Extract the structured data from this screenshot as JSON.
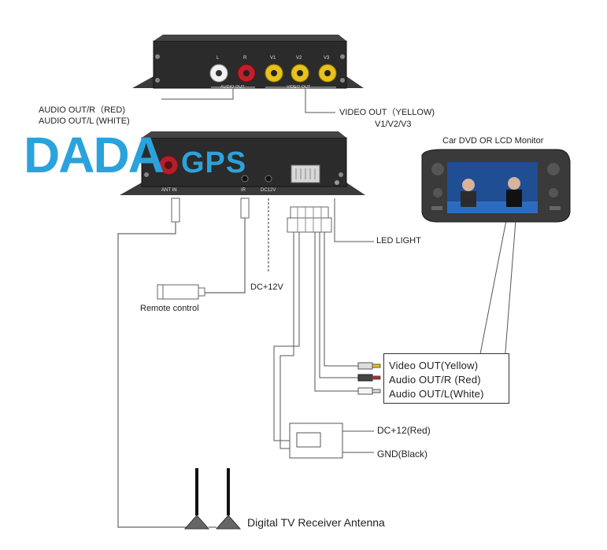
{
  "top_device": {
    "port_labels": [
      "L",
      "R",
      "V1",
      "V2",
      "V3"
    ],
    "group_labels": [
      "AUDIO OUT",
      "VIDEO OUT"
    ]
  },
  "main_device": {
    "port_labels": [
      "ANT IN",
      "IR",
      "DC12V"
    ]
  },
  "watermark": {
    "brand": "DADA",
    "suffix": "GPS",
    "color": "#2aa3dc"
  },
  "labels": {
    "audio_out_r": "AUDIO OUT/R（RED)",
    "audio_out_l": "AUDIO OUT/L (WHITE)",
    "video_out": "VIDEO OUT（YELLOW)",
    "video_out_sub": "V1/V2/V3",
    "monitor_title": "Car DVD OR LCD Monitor",
    "led_light": "LED LIGHT",
    "dc12v": "DC+12V",
    "remote_control": "Remote control",
    "dc12_red": "DC+12(Red)",
    "gnd_black": "GND(Black)",
    "antenna": "Digital TV Receiver Antenna"
  },
  "output_box": {
    "lines": [
      "Video OUT(Yellow)",
      "Audio OUT/R (Red)",
      "Audio OUT/L(White)"
    ]
  },
  "colors": {
    "device_body": "#2b2b2b",
    "rca_red": "#c0202a",
    "rca_yellow": "#e8c21a",
    "rca_white": "#f2f2f2",
    "wire": "#555555"
  }
}
